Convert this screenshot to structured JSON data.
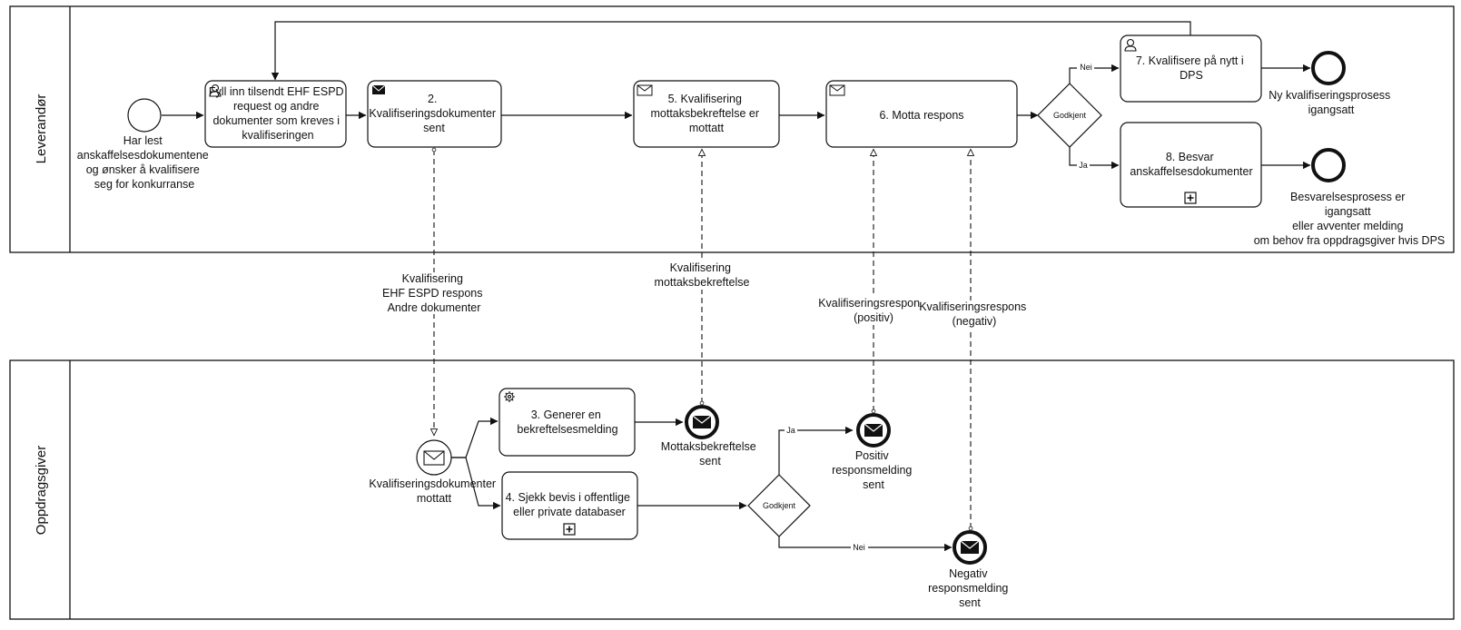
{
  "lanes": {
    "leverandor": "Leverandør",
    "oppdragsgiver": "Oppdragsgiver"
  },
  "events": {
    "start": [
      "Har lest",
      "anskaffelsesdokumentene",
      "og ønsker å kvalifisere",
      "seg for konkurranse"
    ],
    "end_ny": [
      "Ny kvalifiseringsprosess",
      "igangsatt"
    ],
    "end_besvarelse": [
      "Besvarelsesprosess er",
      "igangsatt",
      "eller avventer melding",
      "om behov fra oppdragsgiver hvis DPS"
    ],
    "receive_docs": [
      "Kvalifiseringsdokumenter",
      "mottatt"
    ],
    "mottak_sent": [
      "Mottaksbekreftelse",
      "sent"
    ],
    "positiv_sent": [
      "Positiv",
      "responsmelding",
      "sent"
    ],
    "negativ_sent": [
      "Negativ",
      "responsmelding",
      "sent"
    ]
  },
  "tasks": {
    "t1": [
      "Fyll inn tilsendt EHF ESPD",
      "request og andre",
      "dokumenter som kreves i",
      "kvalifiseringen"
    ],
    "t2": [
      "2.",
      "Kvalifiseringsdokumenter",
      "sent"
    ],
    "t3": [
      "3. Generer en",
      "bekreftelsesmelding"
    ],
    "t4": [
      "4. Sjekk bevis i offentlige",
      "eller private databaser"
    ],
    "t5": [
      "5. Kvalifisering",
      "mottaksbekreftelse er",
      "mottatt"
    ],
    "t6": [
      "6. Motta respons"
    ],
    "t7": [
      "7. Kvalifisere på nytt i",
      "DPS"
    ],
    "t8": [
      "8. Besvar",
      "anskaffelsesdokumenter"
    ]
  },
  "gateways": {
    "top": "Godkjent",
    "bottom": "Godkjent"
  },
  "flow_labels": {
    "nei_top": "Nei",
    "ja_top": "Ja",
    "ja_bottom": "Ja",
    "nei_bottom": "Nei"
  },
  "message_labels": {
    "docs": [
      "Kvalifisering",
      "EHF ESPD respons",
      "Andre dokumenter"
    ],
    "mottak": [
      "Kvalifisering",
      "mottaksbekreftelse"
    ],
    "positiv": [
      "Kvalifiseringsrespons",
      "(positiv)"
    ],
    "negativ": [
      "Kvalifiseringsrespons",
      "(negativ)"
    ]
  },
  "icons": [
    "user-icon",
    "send-envelope-icon",
    "receive-envelope-icon",
    "gear-icon",
    "subprocess-plus-icon"
  ]
}
